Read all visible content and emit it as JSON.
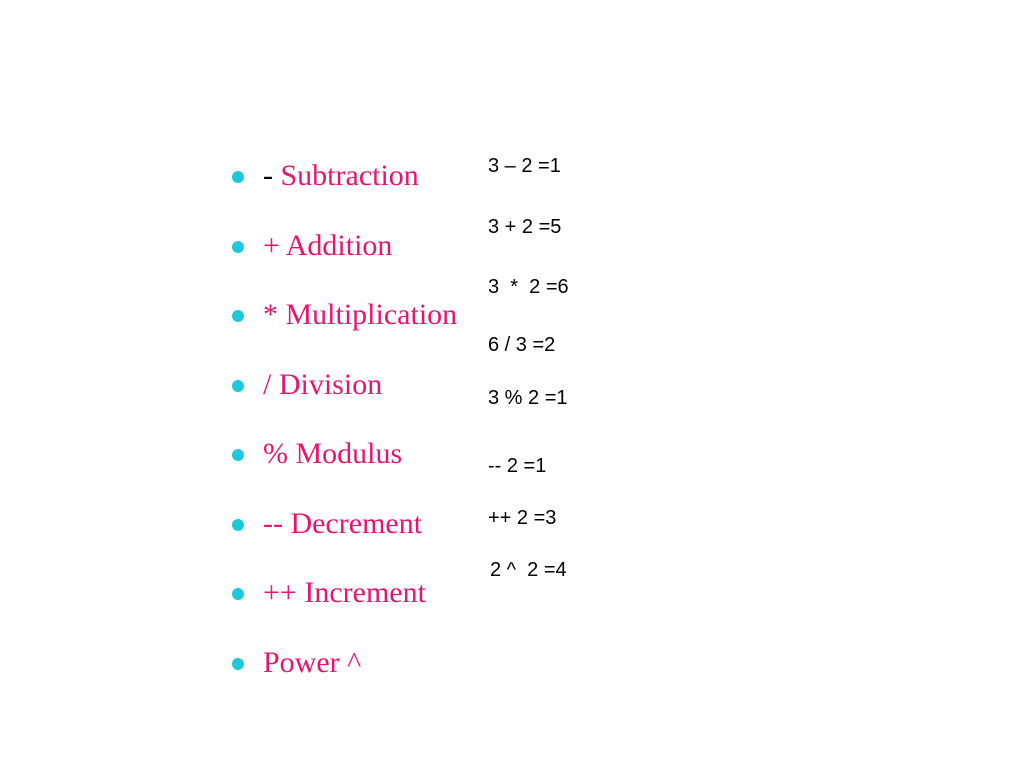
{
  "operators": [
    {
      "symbol": "- ",
      "label": "Subtraction"
    },
    {
      "symbol": "+ ",
      "label": "Addition"
    },
    {
      "symbol": "* ",
      "label": "Multiplication"
    },
    {
      "symbol": "/ ",
      "label": "Division"
    },
    {
      "symbol": "% ",
      "label": "Modulus"
    },
    {
      "symbol": "-- ",
      "label": "Decrement"
    },
    {
      "symbol": "++ ",
      "label": "Increment"
    },
    {
      "symbol": "",
      "label": "Power ^"
    }
  ],
  "examples": [
    "3 – 2 =1",
    "3 + 2 =5",
    "3  *  2 =6",
    "6 / 3 =2",
    "3 % 2 =1",
    "-- 2 =1",
    "++ 2 =3",
    "2 ^  2 =4"
  ],
  "colors": {
    "bullet_text": "#e8156f",
    "bullet_dot": "#1ec8d8",
    "subtraction_symbol": "#000000",
    "example_text": "#000000",
    "background": "#ffffff"
  }
}
